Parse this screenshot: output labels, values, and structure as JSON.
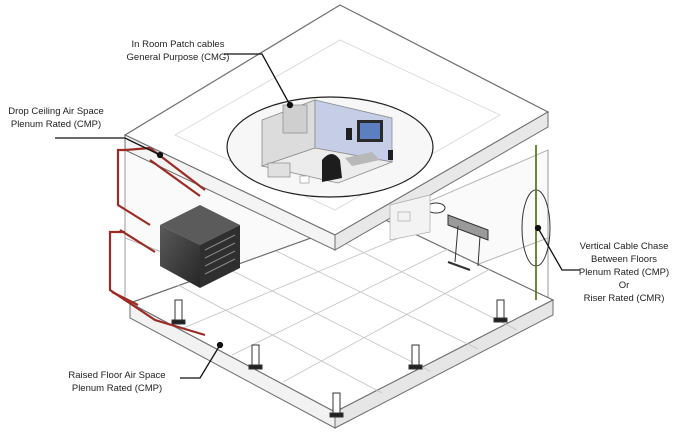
{
  "callouts": {
    "patch": {
      "line1": "In Room Patch cables",
      "line2": "General Purpose (CMG)"
    },
    "drop": {
      "line1": "Drop Ceiling Air Space",
      "line2": "Plenum Rated (CMP)"
    },
    "raised": {
      "line1": "Raised Floor Air Space",
      "line2": "Plenum Rated (CMP)"
    },
    "chase": {
      "line1": "Vertical Cable Chase",
      "line2": "Between Floors",
      "line3": "Plenum Rated (CMP)",
      "line4": "Or",
      "line5": "Riser Rated (CMR)"
    }
  },
  "colors": {
    "cable": "#9b2c24",
    "riser_cable": "#5c7a22",
    "slab": "#ffffff",
    "outline": "#7a7a7a",
    "grid": "#bdbdbd",
    "server": "#3a3a3a"
  }
}
